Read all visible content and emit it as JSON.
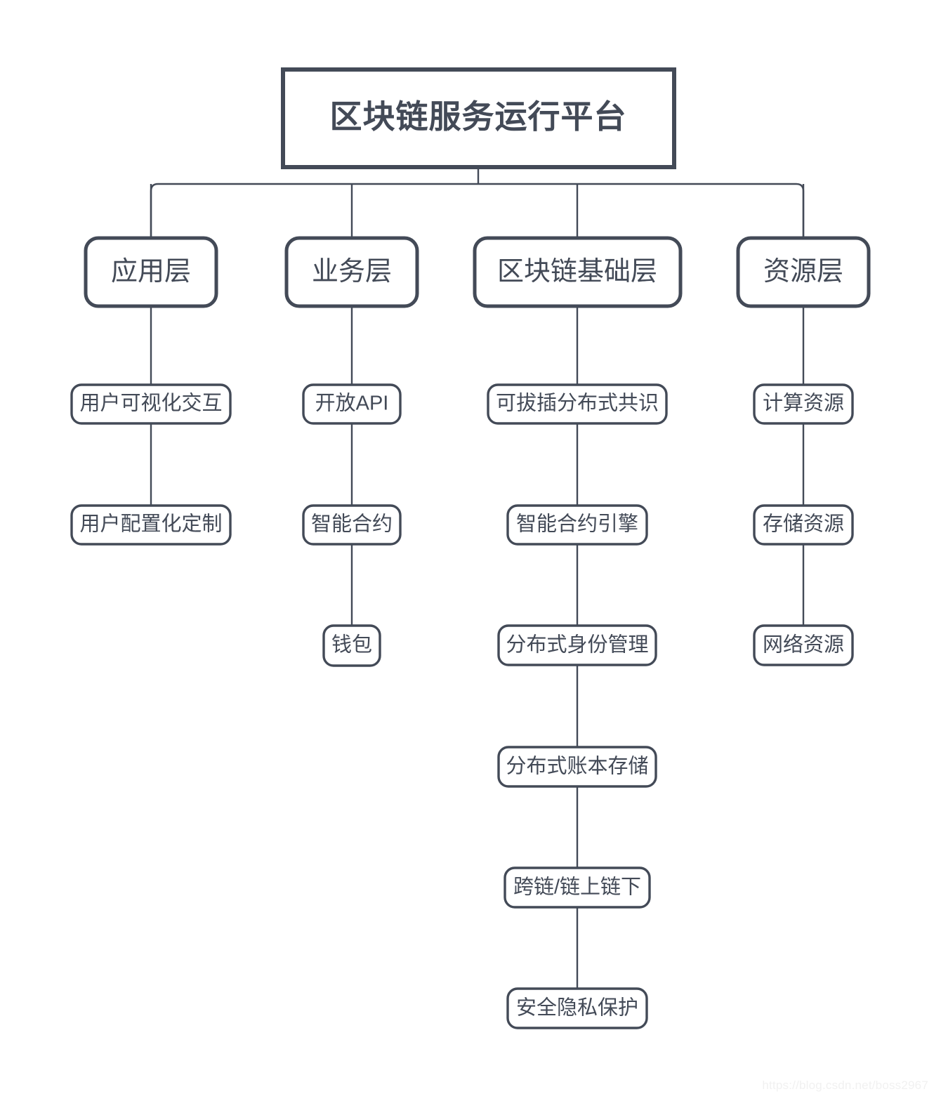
{
  "diagram": {
    "type": "tree",
    "title": "区块链服务运行平台",
    "accent_color": "#434a57",
    "background_color": "#ffffff",
    "root": {
      "label": "区块链服务运行平台",
      "shape": "rectangle"
    },
    "layers": [
      {
        "label": "应用层",
        "items": [
          "用户可视化交互",
          "用户配置化定制"
        ]
      },
      {
        "label": "业务层",
        "items": [
          "开放API",
          "智能合约",
          "钱包"
        ]
      },
      {
        "label": "区块链基础层",
        "items": [
          "可拔插分布式共识",
          "智能合约引擎",
          "分布式身份管理",
          "分布式账本存储",
          "跨链/链上链下",
          "安全隐私保护"
        ]
      },
      {
        "label": "资源层",
        "items": [
          "计算资源",
          "存储资源",
          "网络资源"
        ]
      }
    ]
  },
  "watermark": {
    "text": "https://blog.csdn.net/boss2967"
  }
}
